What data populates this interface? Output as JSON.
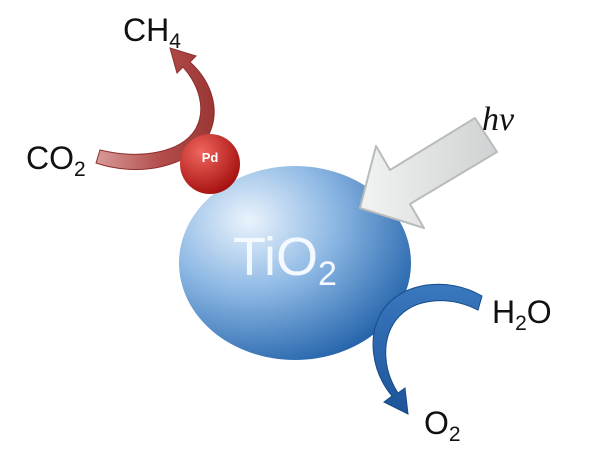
{
  "diagram": {
    "catalyst_label": {
      "main": "TiO",
      "sub": "2"
    },
    "cocatalyst_label": "Pd",
    "light_label": "hν",
    "reduction": {
      "reactant": {
        "main": "CO",
        "sub": "2"
      },
      "product": {
        "main": "CH",
        "sub": "4"
      }
    },
    "oxidation": {
      "reactant": {
        "main": "H",
        "sub": "2",
        "tail": "O"
      },
      "product": {
        "main": "O",
        "sub": "2"
      }
    }
  },
  "colors": {
    "catalyst_light": "#dbe9f8",
    "catalyst_dark": "#1e5fa8",
    "pd_light": "#e8554c",
    "pd_dark": "#a30f0e",
    "reduction_arrow": "#a84443",
    "oxidation_arrow": "#2662a8",
    "light_arrow_fill": "#e2e4e4",
    "light_arrow_stroke": "#b9bcbc"
  }
}
